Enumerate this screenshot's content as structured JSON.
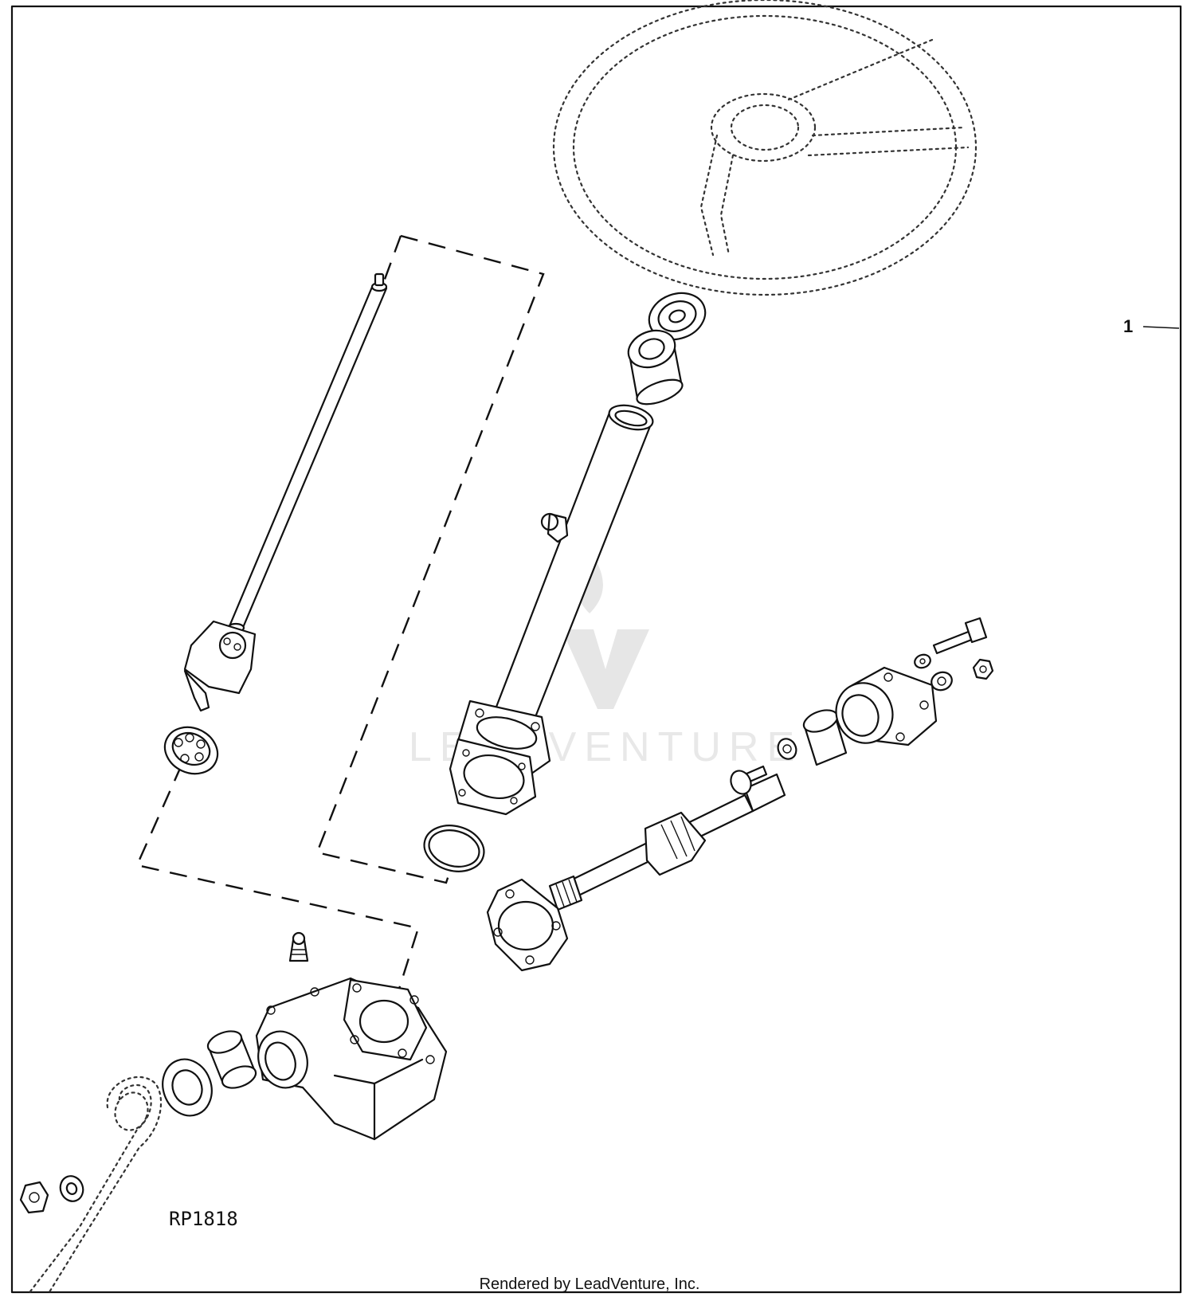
{
  "diagram": {
    "callout_number": "1",
    "figure_code": "RP1818",
    "footer_text": "Rendered by LeadVenture, Inc.",
    "watermark_text": "LEADVENTURE"
  },
  "colors": {
    "ink": "#111111",
    "background": "#ffffff",
    "watermark": "#e6e6e6"
  }
}
